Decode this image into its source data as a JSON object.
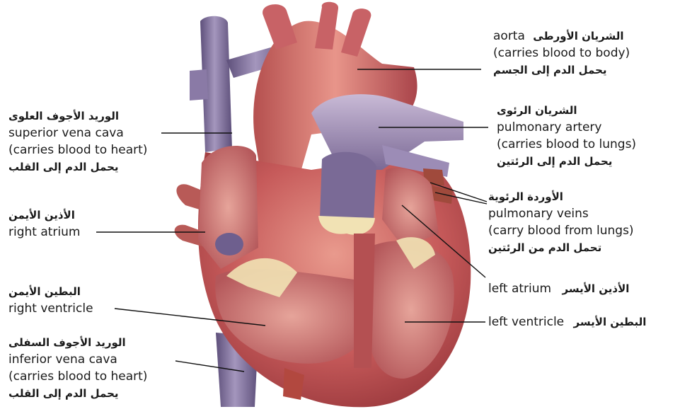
{
  "labels": {
    "aorta": {
      "ar": "الشريان الأورطى",
      "en": "aorta",
      "en_note": "(carries blood to body)",
      "ar_note": "يحمل الدم إلى الجسم"
    },
    "pulmonary_artery": {
      "ar": "الشريان الرئوى",
      "en": "pulmonary artery",
      "en_note": "(carries blood to lungs)",
      "ar_note": "يحمل الدم إلى الرئتين"
    },
    "pulmonary_veins": {
      "ar": "الأوردة الرئوية",
      "en": "pulmonary veins",
      "en_note": "(carry blood from lungs)",
      "ar_note": "تحمل الدم من الرئتين"
    },
    "left_atrium": {
      "en": "left atrium",
      "ar": "الأذين الأيسر"
    },
    "left_ventricle": {
      "en": "left ventricle",
      "ar": "البطين الأيسر"
    },
    "superior_vena_cava": {
      "ar": "الوريد الأجوف العلوى",
      "en": "superior vena cava",
      "en_note": "(carries blood to heart)",
      "ar_note": "يحمل الدم إلى القلب"
    },
    "right_atrium": {
      "ar": "الأذين الأيمن",
      "en": "right atrium"
    },
    "right_ventricle": {
      "ar": "البطين الأيمن",
      "en": "right ventricle"
    },
    "inferior_vena_cava": {
      "ar": "الوريد الأجوف السفلى",
      "en": "inferior vena cava",
      "en_note": "(carries blood to heart)",
      "ar_note": "يحمل الدم إلى القلب"
    }
  },
  "colors": {
    "vein_purple": "#7e6c9a",
    "muscle_red": "#c65a5a",
    "muscle_light": "#e39a8c",
    "tendon_cream": "#f1e2b4",
    "leader_line": "#111111"
  }
}
